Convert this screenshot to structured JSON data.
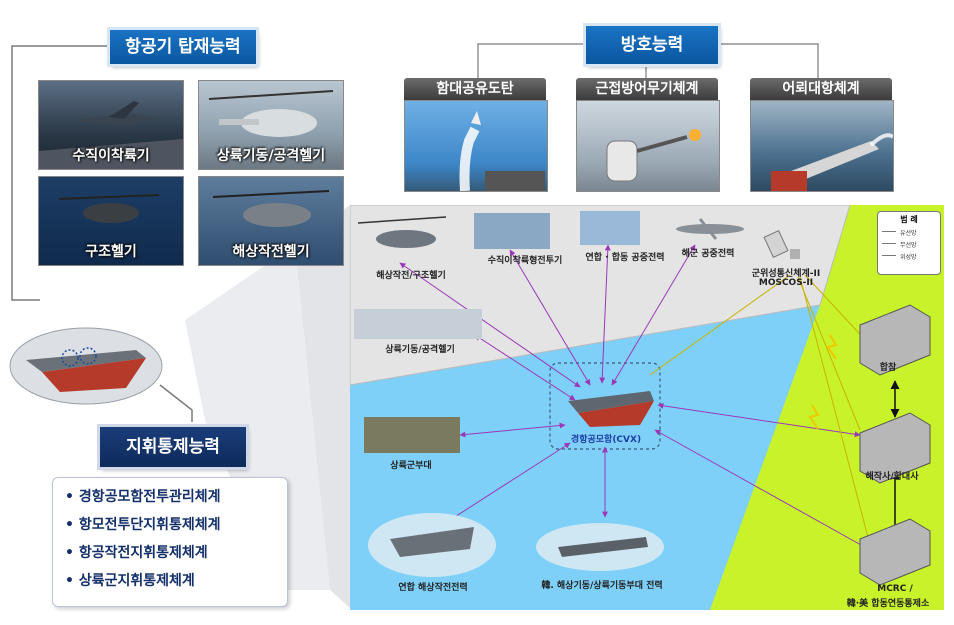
{
  "aircraft": {
    "title": "항공기 탑재능력",
    "items": [
      {
        "label": "수직이착륙기"
      },
      {
        "label": "상륙기동/공격헬기"
      },
      {
        "label": "구조헬기"
      },
      {
        "label": "해상작전헬기"
      }
    ]
  },
  "defense": {
    "title": "방호능력",
    "items": [
      {
        "label": "함대공유도탄"
      },
      {
        "label": "근접방어무기체계"
      },
      {
        "label": "어뢰대항체계"
      }
    ]
  },
  "command": {
    "title": "지휘통제능력",
    "bullets": [
      "• 경항공모함전투관리체계",
      "• 항모전투단지휘통제체계",
      "• 항공작전지휘통제체계",
      "• 상륙군지휘통제체계"
    ]
  },
  "diagram": {
    "legend": {
      "title": "범 례",
      "items": [
        "유선망",
        "무선망",
        "위성망"
      ]
    },
    "nodes": {
      "maritime_heli": "해상작전/구조헬기",
      "vtol_fighter": "수직이착륙형전투기",
      "joint_air": "연합 · 합동 공중전력",
      "navy_air": "해군 공중전력",
      "satcom_1": "군위성통신체계-II",
      "satcom_2": "MOSCOS-II",
      "amphib_heli": "상륙기동/공격헬기",
      "cvx": "경항공모함(CVX)",
      "marine_unit": "상륙군부대",
      "joint_sea": "연합 해상작전전력",
      "korea_mobile": "韓. 해상기동/상륙기동부대 전력",
      "jcs": "합참",
      "navy_hq": "해작사/함대사",
      "mcrc_1": "MCRC /",
      "mcrc_2": "韓·美 합동연동통제소"
    }
  },
  "colors": {
    "header_blue": "#0b57a0",
    "header_dark": "#0e2a5a",
    "sea": "#7fd0f8",
    "land": "#c8f22a",
    "sky": "#e4e4e4"
  }
}
